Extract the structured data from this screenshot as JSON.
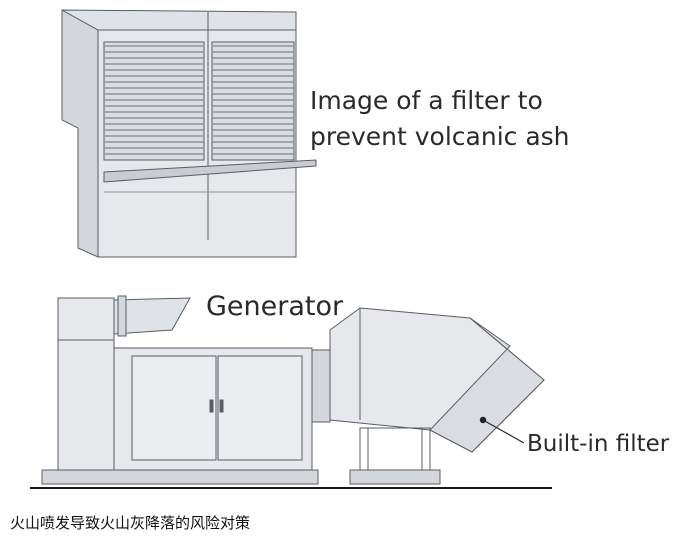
{
  "labels": {
    "filter_line1": "Image of a filter to",
    "filter_line2": "prevent volcanic ash",
    "generator": "Generator",
    "builtin_filter": "Built-in filter"
  },
  "caption": "火山喷发导致火山灰降落的风险对策",
  "colors": {
    "panel_fill": "#e6e8ec",
    "panel_shade": "#c9ccd2",
    "louver_line": "#8f949b",
    "outline": "#5a5d62",
    "ground_line": "#1a1a1a",
    "label_text": "#2a2a2a"
  },
  "icons": {
    "filter_unit": "louvered-filter-panel",
    "generator_unit": "generator-enclosure",
    "duct": "angled-air-duct"
  }
}
